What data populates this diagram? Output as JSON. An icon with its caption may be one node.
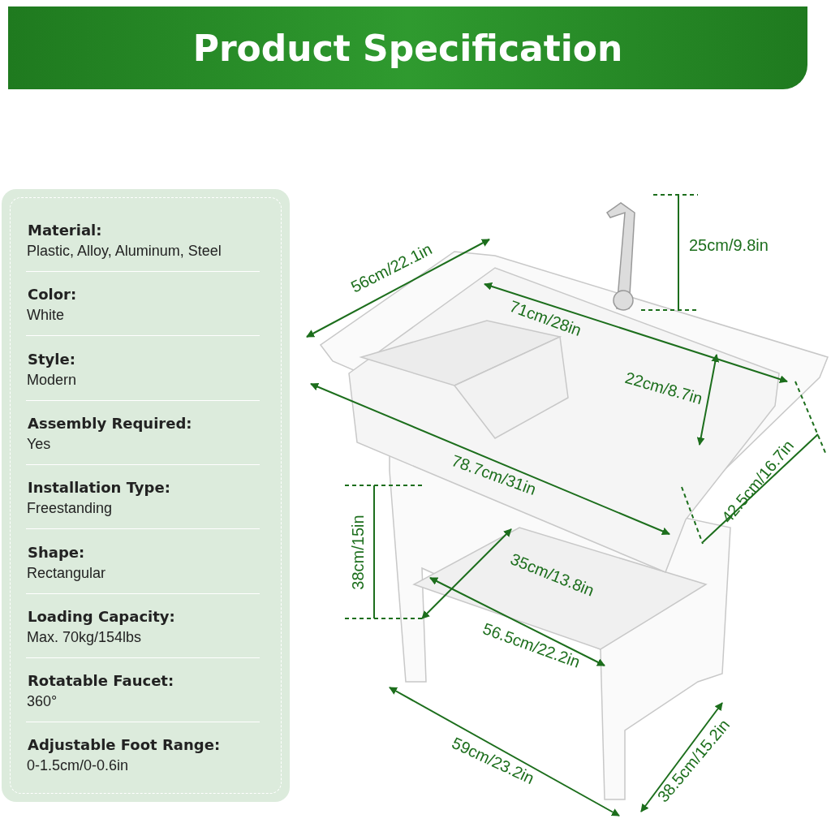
{
  "diagram": {
    "title": "Product Specification",
    "nodes": [
      {
        "text": [
          "Material:",
          "Plastic, Alloy, Aluminum, Steel",
          "Color:",
          "White",
          "Style:",
          "Modern",
          "Assembly Required:",
          "Yes",
          "Installation Type:",
          "Freestanding",
          "Shape:",
          "Rectangular",
          "Loading Capacity:",
          "Max. 70kg/154lbs",
          "Rotatable Faucet:",
          "360°",
          "Adjustable Foot Range:",
          "0-1.5cm/0-0.6in"
        ]
      }
    ],
    "labels": [
      "25cm/9.8in",
      "56cm/22.1in",
      "71cm/28in",
      "22cm/8.7in",
      "78.7cm/31in",
      "42.5cm/16.7in",
      "38cm/15in",
      "35cm/13.8in",
      "56.5cm/22.2in",
      "59cm/23.2in",
      "38.5cm/15.2in"
    ]
  }
}
